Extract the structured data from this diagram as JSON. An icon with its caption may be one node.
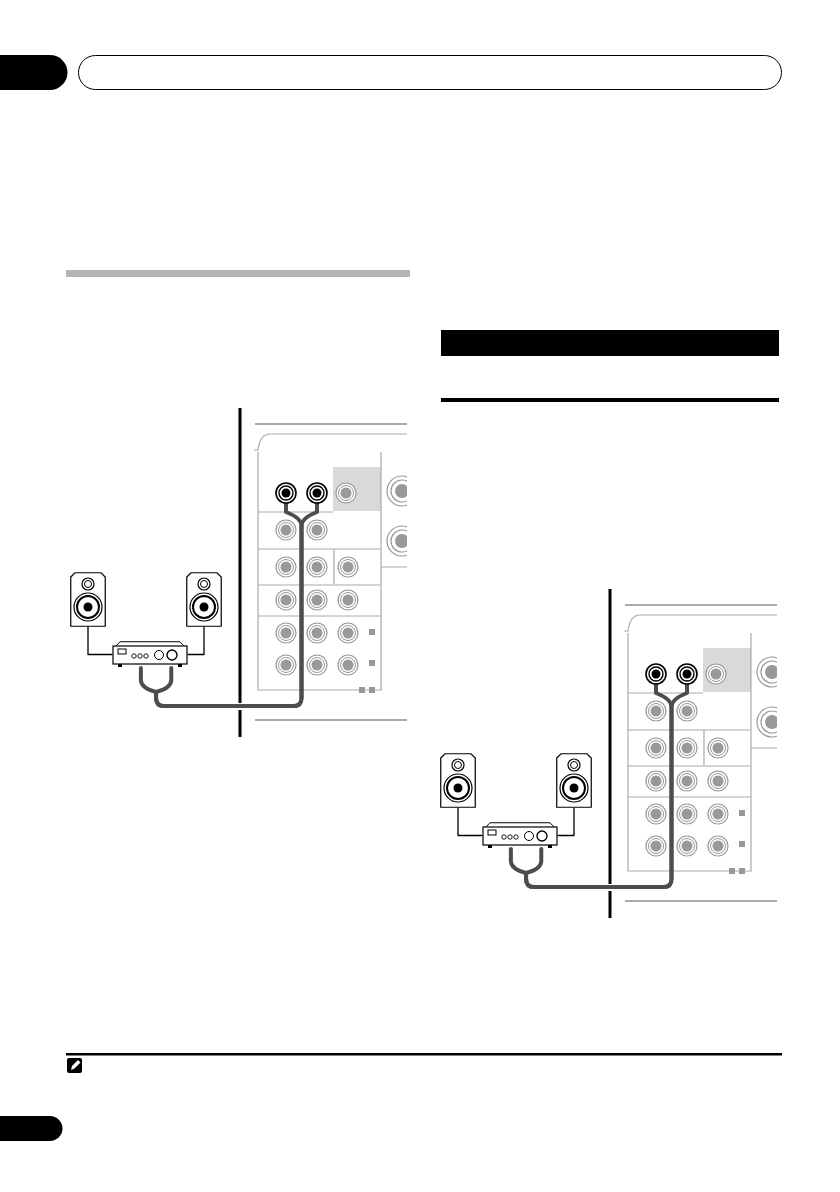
{
  "diagram": {
    "nodes": [
      {
        "text": [],
        "shape": "speaker"
      },
      {
        "text": [],
        "shape": "speaker"
      },
      {
        "text": [],
        "shape": "amplifier"
      },
      {
        "text": [],
        "shape": "jack"
      },
      {
        "text": [],
        "shape": "jack"
      },
      {
        "text": [],
        "shape": "speaker"
      },
      {
        "text": [],
        "shape": "speaker"
      },
      {
        "text": [],
        "shape": "amplifier"
      },
      {
        "text": [],
        "shape": "jack"
      },
      {
        "text": [],
        "shape": "jack"
      },
      {
        "text": [],
        "shape": "bar"
      }
    ],
    "edges": [
      {
        "from": 0,
        "to": 2,
        "arrow": "none"
      },
      {
        "from": 1,
        "to": 2,
        "arrow": "none"
      },
      {
        "from": 2,
        "to": 3,
        "arrow": "none",
        "style": "thick",
        "color": "#4d4d4d"
      },
      {
        "from": 2,
        "to": 4,
        "arrow": "none",
        "style": "thick",
        "color": "#4d4d4d"
      },
      {
        "from": 5,
        "to": 7,
        "arrow": "none"
      },
      {
        "from": 6,
        "to": 7,
        "arrow": "none"
      },
      {
        "from": 7,
        "to": 8,
        "arrow": "none",
        "style": "thick",
        "color": "#4d4d4d"
      },
      {
        "from": 7,
        "to": 9,
        "arrow": "none",
        "style": "thick",
        "color": "#4d4d4d"
      }
    ]
  }
}
